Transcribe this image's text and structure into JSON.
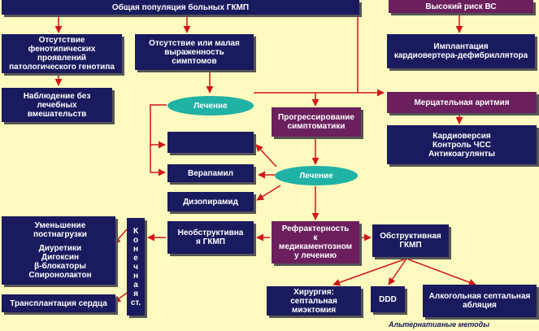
{
  "colors": {
    "background": "#fdfac0",
    "navy": "#1a1a5e",
    "plum": "#6b1f5c",
    "teal": "#20b2a4",
    "arrow": "#d01818"
  },
  "nodes": {
    "population": "Общая популяция больных ГКМП",
    "high_risk": "Высокий риск ВС",
    "no_phenotype": "Отсутствие\nфенотипических\nпроявлений\nпатологического генотипа",
    "few_symptoms": "Отсутствие или малая\nвыраженность\nсимптомов",
    "icd": "Имплантация\nкардиовертера-дефибриллятора",
    "observation": "Наблюдение без\nлечебных\nвмешательств",
    "treatment1": "Лечение",
    "progression": "Прогрессирование\nсимптоматики",
    "af": "Мерцательная аритмия",
    "blank": "",
    "af_treatment": "Кардиоверсия\nКонтроль ЧСС\nАнтикоагулянты",
    "verapamil": "Верапамил",
    "treatment2": "Лечение",
    "disopyramide": "Дизопирамид",
    "afterload": "Уменьшение\nпостнагрузки",
    "drugs": "Диуретики\nДигоксин\nβ-блокаторы\nСпиронолактон",
    "end_stage": [
      "К",
      "о",
      "н",
      "е",
      "ч",
      "н",
      "а",
      "я",
      "ст."
    ],
    "nonobstructive": "Необструктивна\nя ГКМП",
    "refractory": "Рефрактерность\nк\nмедикаментозном\nу лечению",
    "obstructive": "Обструктивная\nГКМП",
    "transplant": "Трансплантация сердца",
    "surgery": "Хирургия:\nсептальная\nмиэктомия",
    "ddd": "DDD",
    "ablation": "Алкогольная септальная\nабляция"
  },
  "alt_methods_label": "Альтернативные методы"
}
